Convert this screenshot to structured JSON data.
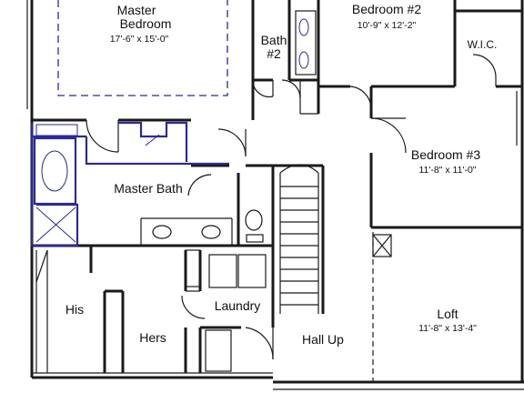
{
  "rooms": {
    "master_bedroom": {
      "name_line1": "Master",
      "name_line2": "Bedroom",
      "dims": "17'-6\" x 15'-0\""
    },
    "bath2": {
      "name_line1": "Bath",
      "name_line2": "#2"
    },
    "bedroom2": {
      "name": "Bedroom #2",
      "dims": "10'-9\" x 12'-2\""
    },
    "wic": {
      "name": "W.I.C."
    },
    "bedroom3": {
      "name": "Bedroom #3",
      "dims": "11'-8\" x 11'-0\""
    },
    "master_bath": {
      "name": "Master Bath"
    },
    "his": {
      "name": "His"
    },
    "hers": {
      "name": "Hers"
    },
    "laundry": {
      "name": "Laundry"
    },
    "hall": {
      "name": "Hall Up"
    },
    "loft": {
      "name": "Loft",
      "dims": "11'-8\" x 13'-4\""
    }
  },
  "colors": {
    "wall": "#1a1a1a",
    "bath_fixtures": "#2a2a9a",
    "background": "#ffffff"
  }
}
